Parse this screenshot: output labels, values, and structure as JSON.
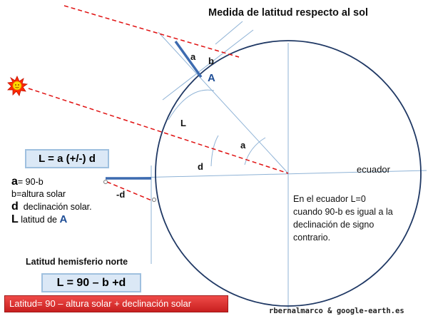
{
  "title": "Medida de latitud respecto al sol",
  "labels": {
    "a_top": "a",
    "b_top": "b",
    "point_A": "A",
    "L": "L",
    "a_center": "a",
    "d": "d",
    "minus_d": "-d",
    "ecuador": "ecuador"
  },
  "formula_box": "L = a (+/-) d",
  "legend": [
    {
      "sym": "a",
      "text": "= 90-b"
    },
    {
      "sym": "",
      "text": "b=altura solar"
    },
    {
      "sym": "d",
      "text": "  declinación solar."
    },
    {
      "sym": "L",
      "text": " latitud de ",
      "tail": "A"
    }
  ],
  "note": "En el ecuador  L=0\ncuando  90-b es igual a la\ndeclinación de signo\ncontrario.",
  "northern": {
    "title": "Latitud hemisferio norte",
    "formula": "L = 90 – b +d"
  },
  "banner": "Latitud= 90 – altura solar + declinación solar",
  "credit": "rbernalmarco & google-earth.es",
  "colors": {
    "circle": "#1f3864",
    "gnomon": "#3d6bb0",
    "sun_rays": "#e01010",
    "guide": "#7fa7cf",
    "sun": "#ff2a00",
    "sun_core": "#ffd800"
  },
  "icons": [
    "sun-icon"
  ]
}
